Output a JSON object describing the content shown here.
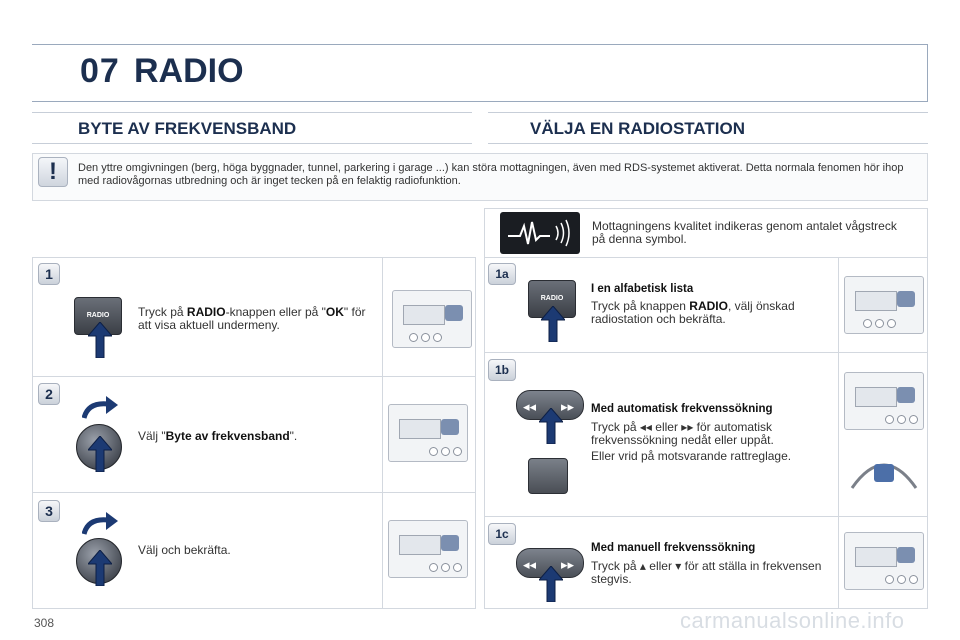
{
  "header": {
    "chapter": "07",
    "title": "RADIO"
  },
  "sections": {
    "left_title": "BYTE AV FREKVENSBAND",
    "right_title": "VÄLJA EN RADIOSTATION"
  },
  "warning": {
    "icon": "exclamation-icon",
    "mark": "!",
    "text": "Den yttre omgivningen (berg, höga byggnader, tunnel, parkering i garage ...) kan störa mottagningen, även med RDS-systemet aktiverat. Detta normala fenomen hör ihop med radiovågornas utbredning och är inget tecken på en felaktig radiofunktion."
  },
  "left_steps": [
    {
      "num": "1",
      "pre": "Tryck på ",
      "bold1": "RADIO",
      "mid": "-knappen eller på \"",
      "bold2": "OK",
      "post": "\" för att visa aktuell undermeny.",
      "button": "RADIO"
    },
    {
      "num": "2",
      "pre": "Välj \"",
      "bold1": "Byte av frekvensband",
      "post": "\"."
    },
    {
      "num": "3",
      "text": "Välj  och bekräfta."
    }
  ],
  "signal_note": "Mottagningens kvalitet indikeras genom antalet vågstreck på denna symbol.",
  "right_steps": [
    {
      "num": "1a",
      "heading": "I en alfabetisk lista",
      "pre": "Tryck på knappen ",
      "bold": "RADIO",
      "post": ", välj önskad radiostation och bekräfta.",
      "button": "RADIO"
    },
    {
      "num": "1b",
      "heading": "Med automatisk frekvenssökning",
      "pre": "Tryck på ",
      "sym1": "◂◂",
      "mid": " eller ",
      "sym2": "▸▸",
      "post": " för automatisk frekvenssökning nedåt eller uppåt.",
      "extra": "Eller vrid på motsvarande rattreglage."
    },
    {
      "num": "1c",
      "heading": "Med manuell frekvenssökning",
      "pre": "Tryck på ",
      "sym1": "▴",
      "mid": " eller ",
      "sym2": "▾",
      "post": " för att ställa in frekvensen stegvis."
    }
  ],
  "page_number": "308",
  "watermark": "carmanualsonline.info"
}
